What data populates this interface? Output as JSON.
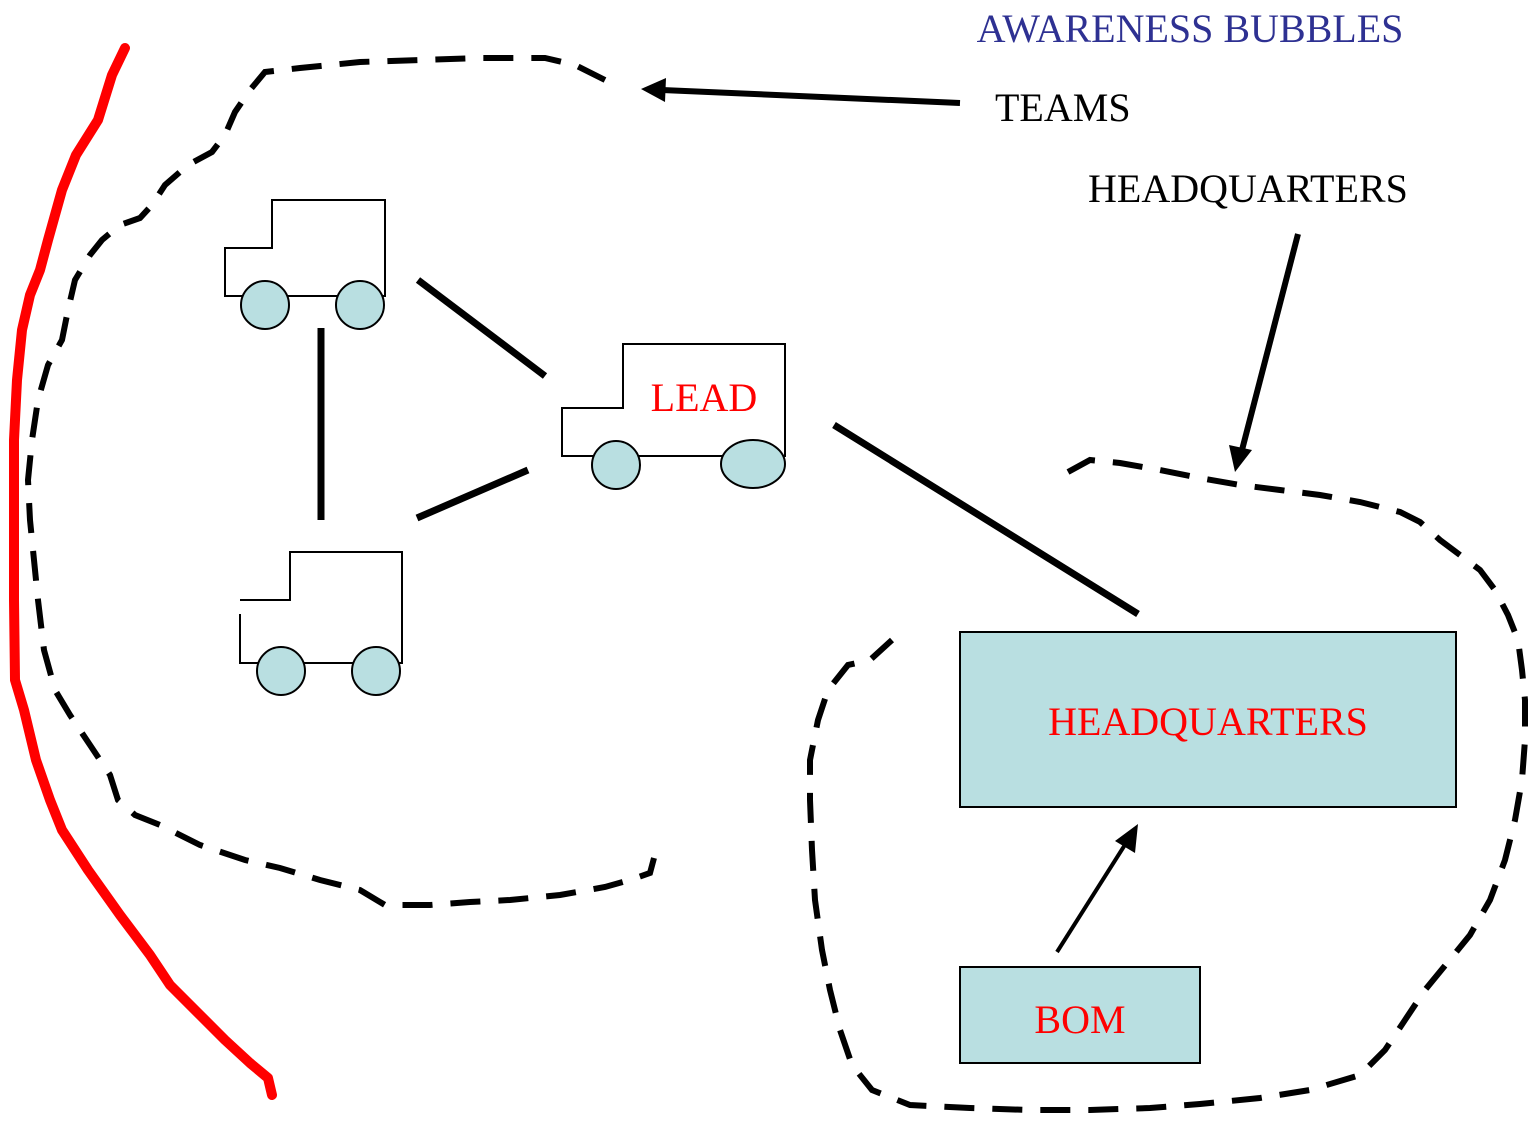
{
  "title": "AWARENESS BUBBLES",
  "labels": {
    "teams": "TEAMS",
    "headquarters_pointer": "HEADQUARTERS",
    "lead": "LEAD",
    "headquarters_box": "HEADQUARTERS",
    "bom": "BOM"
  },
  "colors": {
    "title": "#2e3192",
    "red_text": "#ff0000",
    "boundary": "#ff0000",
    "fill": "#b9dfe1",
    "ink": "#000000"
  }
}
